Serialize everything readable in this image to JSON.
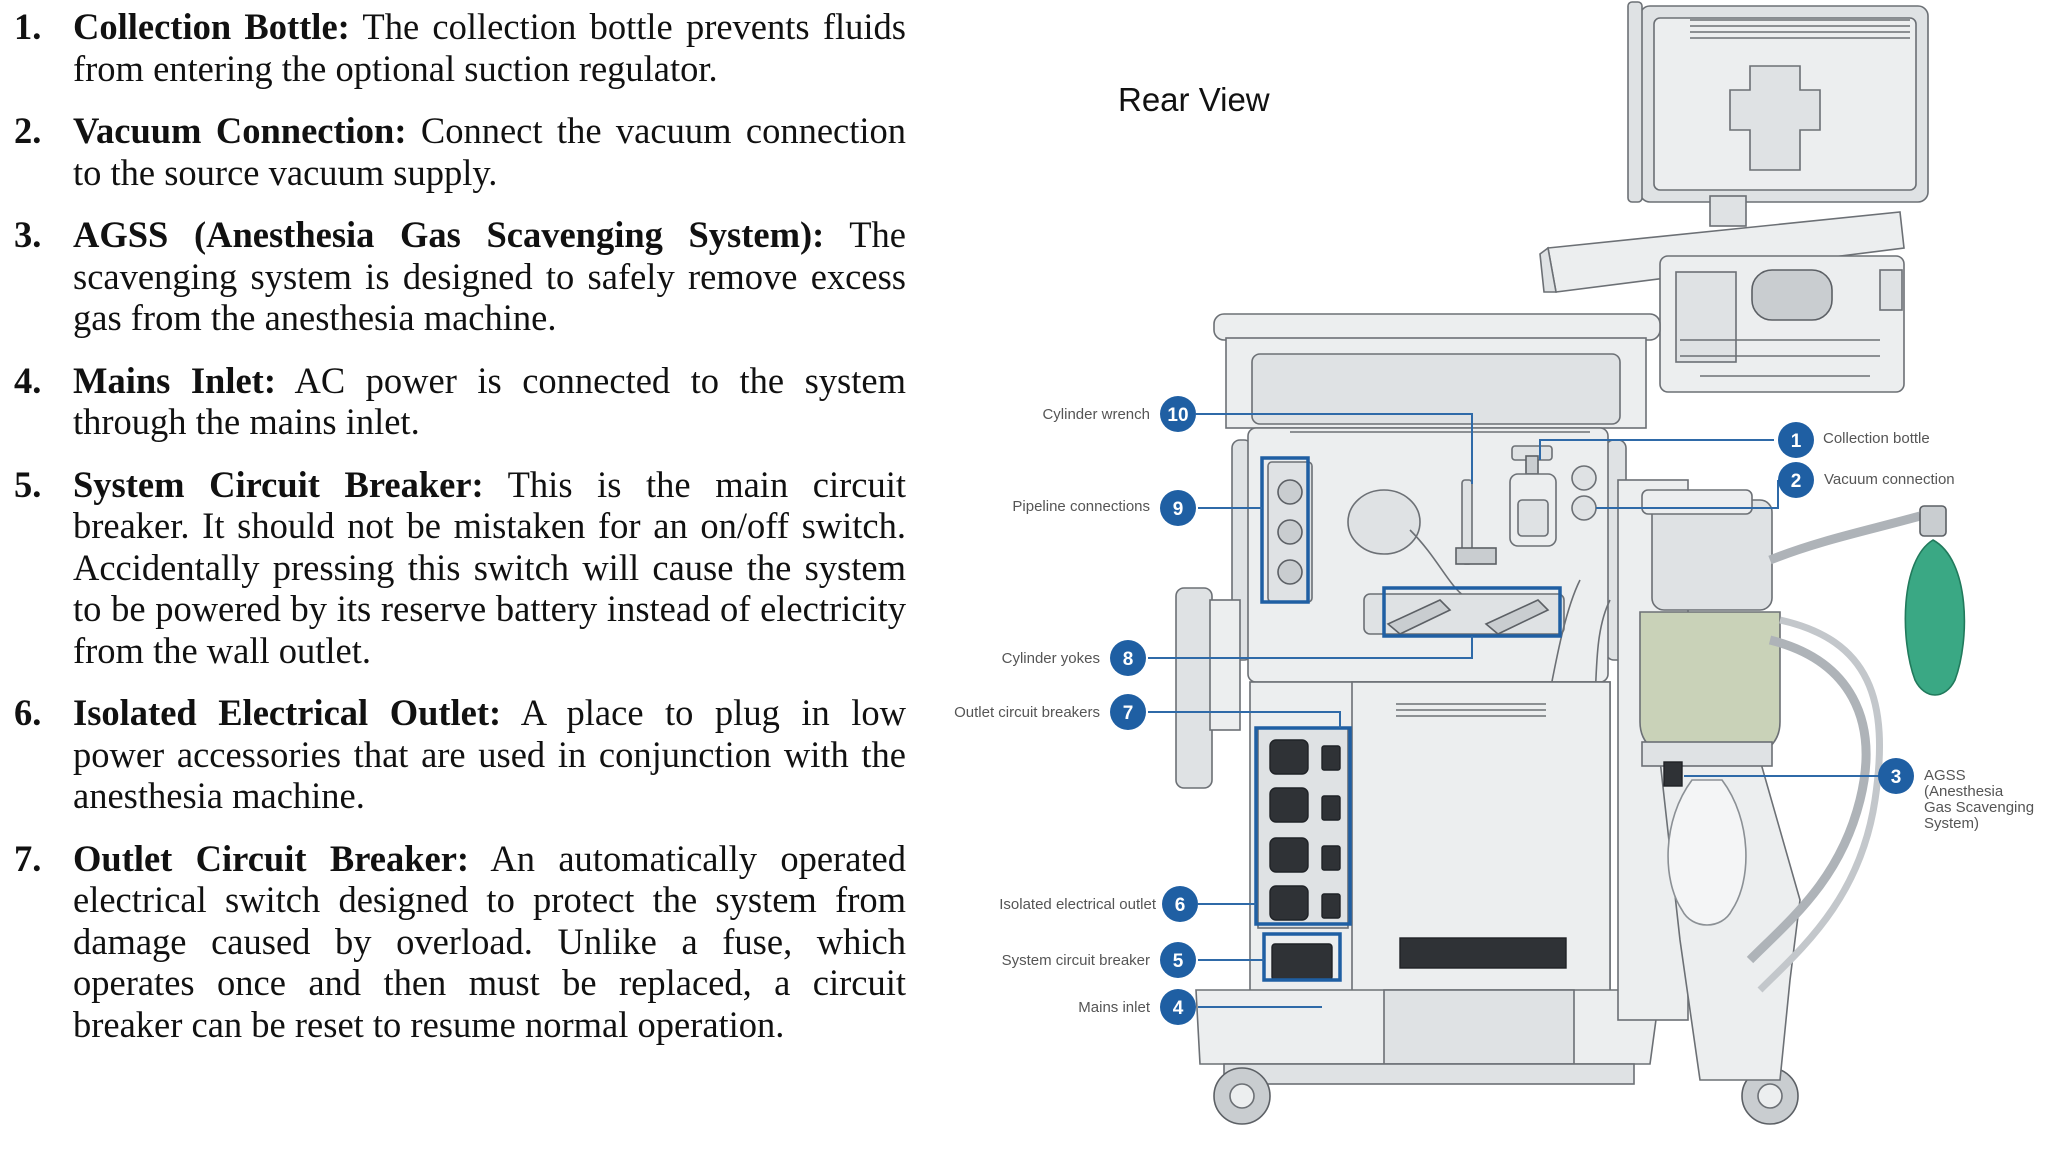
{
  "items": [
    {
      "num": "1.",
      "term": "Collection Bottle:",
      "desc": "The collection bottle prevents fluids from entering the optional suction regulator."
    },
    {
      "num": "2.",
      "term": "Vacuum Connection:",
      "desc": "Connect the vacuum connection to the source vacuum supply."
    },
    {
      "num": "3.",
      "term": "AGSS (Anesthesia Gas Scavenging System):",
      "desc": "The scavenging system is designed to safely remove excess gas from the anesthesia machine."
    },
    {
      "num": "4.",
      "term": "Mains Inlet:",
      "desc": "AC power is connected to the system through the mains inlet."
    },
    {
      "num": "5.",
      "term": "System Circuit Breaker:",
      "desc": "This is the main circuit breaker. It should not be mistaken for an on/off switch. Accidentally pressing this switch will cause the system to be powered by its reserve battery instead of electricity from the wall outlet."
    },
    {
      "num": "6.",
      "term": "Isolated Electrical Outlet:",
      "desc": "A place to plug in low power accessories that are used in conjunction with the anesthesia machine."
    },
    {
      "num": "7.",
      "term": "Outlet Circuit Breaker:",
      "desc": "An automatically operated electrical switch designed to protect the system from damage caused by overload. Unlike a fuse, which operates once and then must be replaced, a circuit breaker can be reset to resume normal operation."
    }
  ],
  "diagram": {
    "title": "Rear View",
    "callouts": [
      {
        "num": "10",
        "label": "Cylinder wrench"
      },
      {
        "num": "9",
        "label": "Pipeline connections"
      },
      {
        "num": "8",
        "label": "Cylinder yokes"
      },
      {
        "num": "7",
        "label": "Outlet circuit breakers"
      },
      {
        "num": "6",
        "label": "Isolated electrical outlet"
      },
      {
        "num": "5",
        "label": "System circuit breaker"
      },
      {
        "num": "4",
        "label": "Mains inlet"
      },
      {
        "num": "1",
        "label": "Collection bottle"
      },
      {
        "num": "2",
        "label": "Vacuum connection"
      },
      {
        "num": "3",
        "label_lines": [
          "AGSS",
          "(Anesthesia",
          "Gas Scavenging",
          "System)"
        ]
      }
    ]
  },
  "colors": {
    "accent": "#1f5fa3",
    "badge": "#1f5fa3",
    "leader": "#2f6aa8",
    "bag": "#3aa884",
    "absorber": "#c9d2b8"
  }
}
